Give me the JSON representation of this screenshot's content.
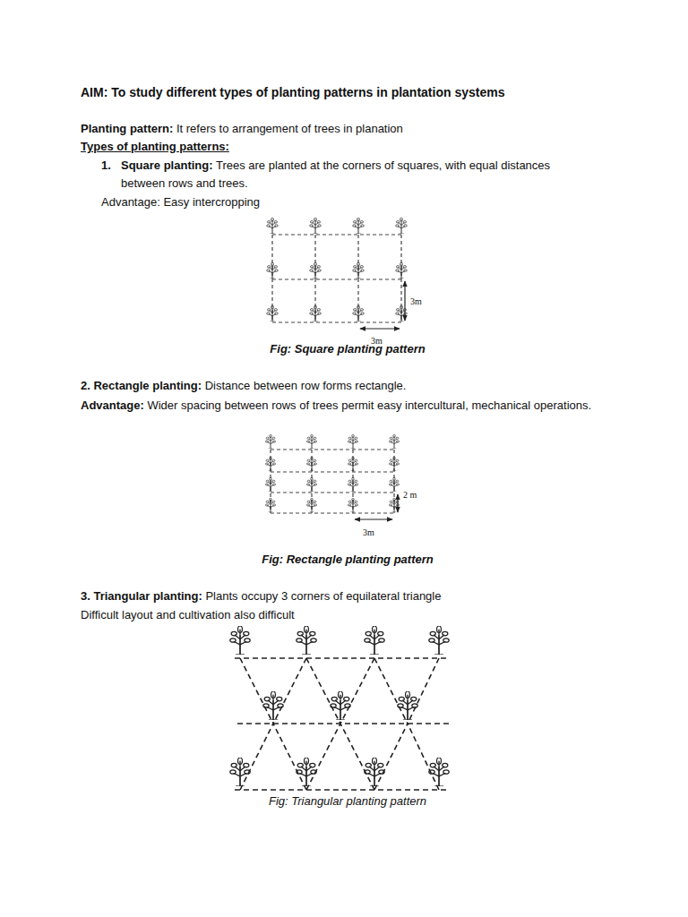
{
  "diagram": {
    "title": "AIM: To study different types of planting patterns in plantation systems",
    "labels": [
      "Planting pattern:",
      "It refers to arrangement of trees in planation",
      "Types of planting patterns:",
      "1.",
      "Square planting:",
      "Trees are planted at the corners of squares, with equal distances between rows and trees.",
      "Advantage: Easy intercropping",
      "3m",
      "3m",
      "Fig: Square planting pattern",
      "2. Rectangle planting:",
      "Distance between row forms rectangle.",
      "Advantage:",
      "Wider spacing between rows of trees permit easy intercultural, mechanical operations.",
      "2 m",
      "3m",
      "Fig: Rectangle planting pattern",
      "3. Triangular planting:",
      "Plants occupy 3 corners of equilateral triangle",
      "Difficult layout and cultivation also difficult",
      "Fig: Triangular planting pattern"
    ]
  }
}
